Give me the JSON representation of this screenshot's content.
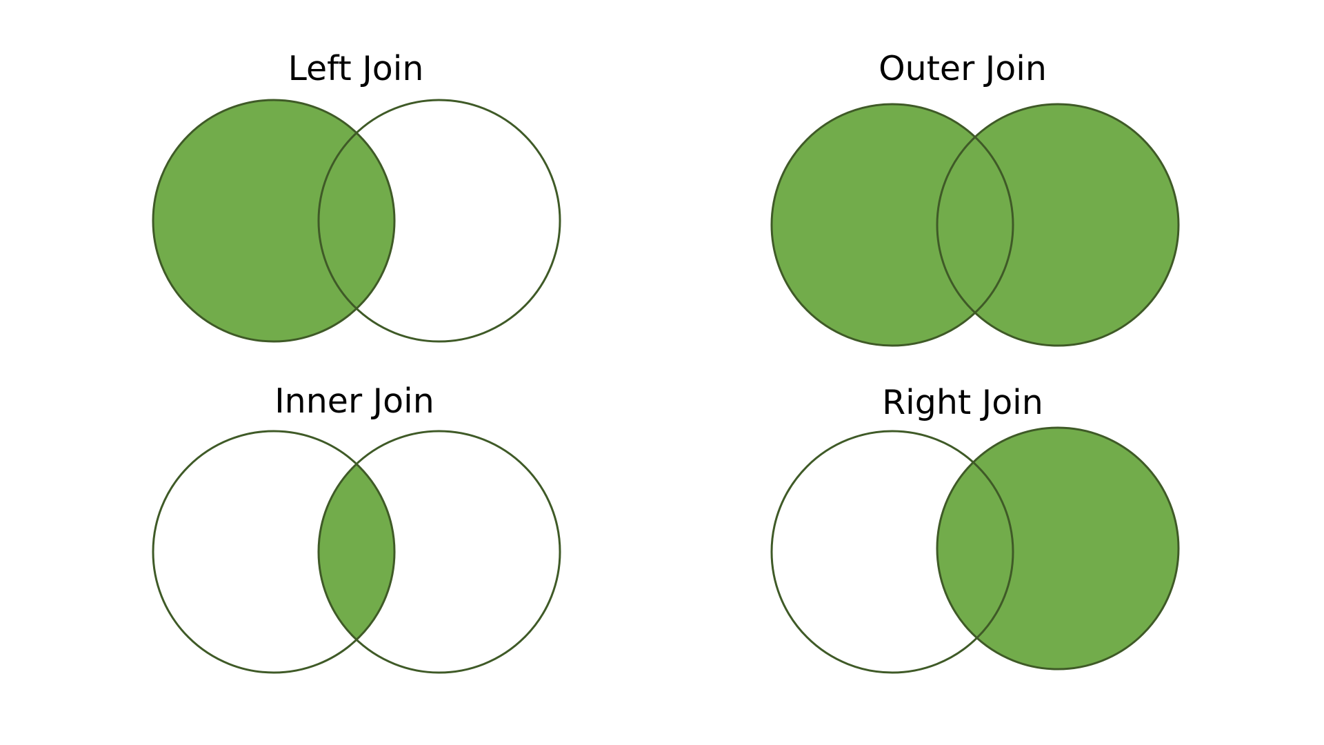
{
  "colors": {
    "fill": "#72ac4b",
    "stroke": "#3f5a27",
    "background": "#ffffff",
    "text": "#000000"
  },
  "diagrams": [
    {
      "key": "left",
      "title": "Left Join",
      "shaded": [
        "left-only",
        "intersection"
      ]
    },
    {
      "key": "outer",
      "title": "Outer Join",
      "shaded": [
        "left-only",
        "intersection",
        "right-only"
      ]
    },
    {
      "key": "inner",
      "title": "Inner Join",
      "shaded": [
        "intersection"
      ]
    },
    {
      "key": "right",
      "title": "Right Join",
      "shaded": [
        "intersection",
        "right-only"
      ]
    }
  ]
}
